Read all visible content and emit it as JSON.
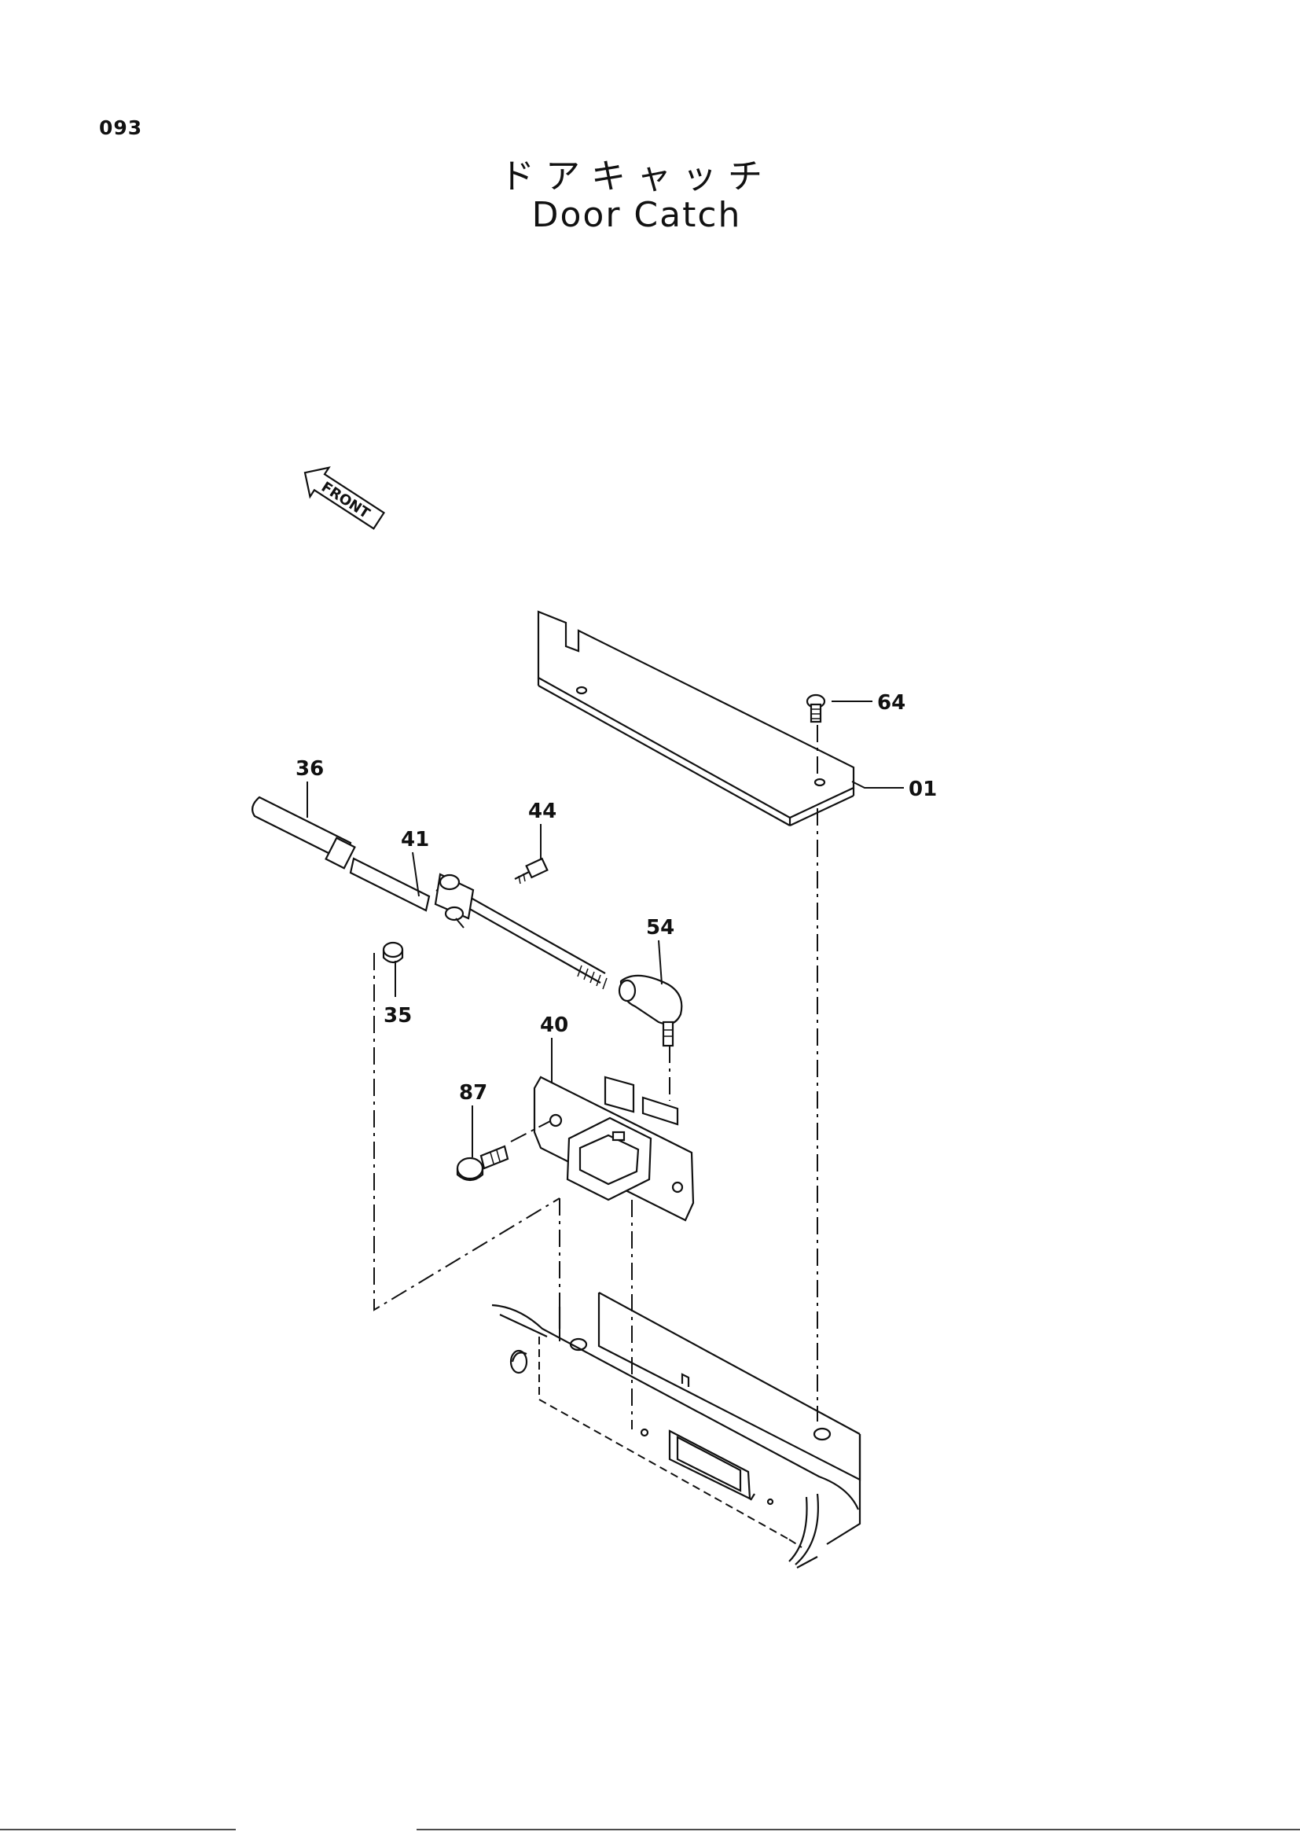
{
  "page": {
    "number": "093",
    "title_jp": "ドアキャッチ",
    "title_en": "Door Catch"
  },
  "diagram": {
    "direction_marker": "FRONT",
    "parts": [
      {
        "id": "01"
      },
      {
        "id": "64"
      },
      {
        "id": "36"
      },
      {
        "id": "41"
      },
      {
        "id": "44"
      },
      {
        "id": "54"
      },
      {
        "id": "35"
      },
      {
        "id": "40"
      },
      {
        "id": "87"
      }
    ]
  }
}
